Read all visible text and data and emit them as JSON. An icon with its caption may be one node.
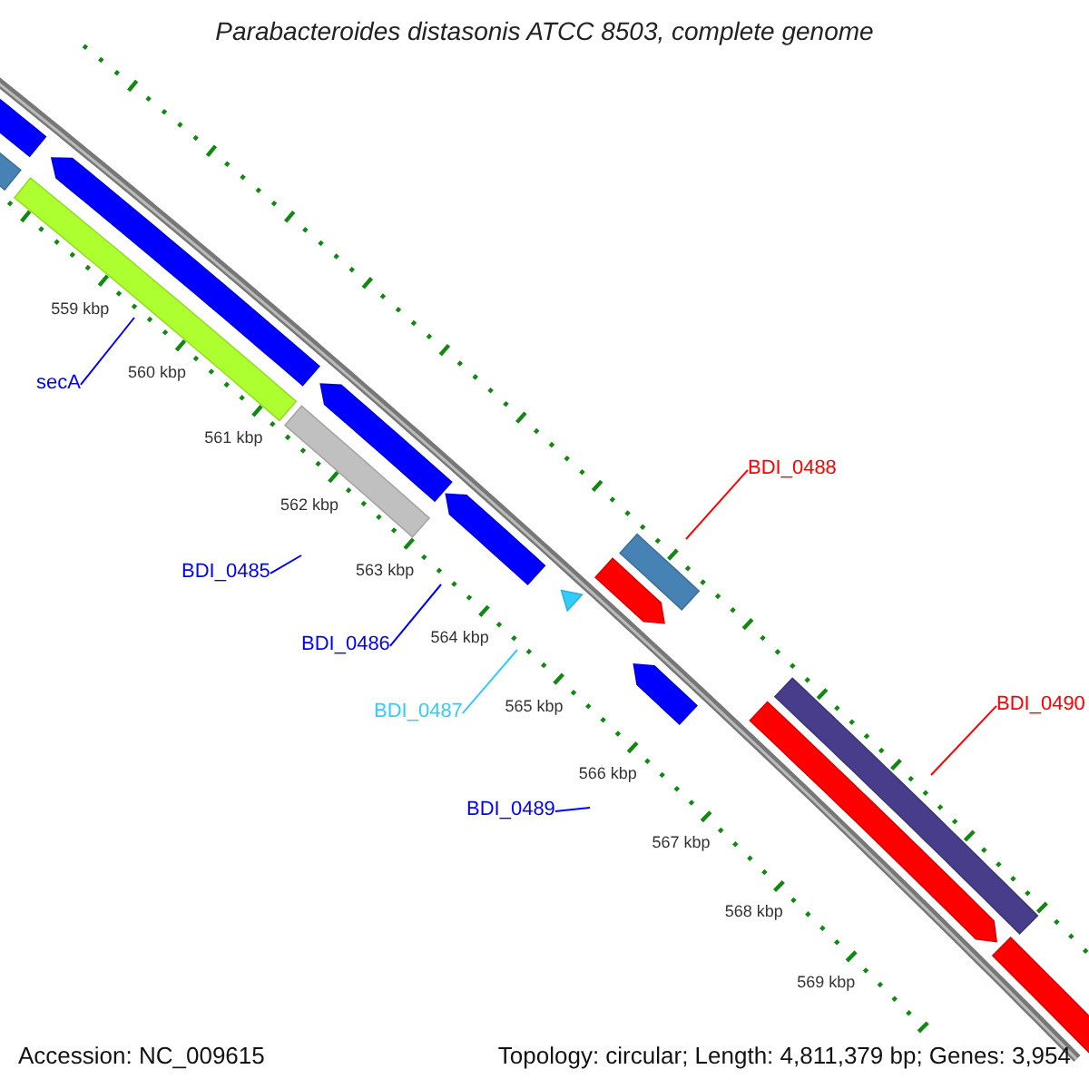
{
  "diagram": {
    "title": "Parabacteroides distasonis ATCC 8503, complete genome",
    "nodes": [
      {
        "text": [
          "secA"
        ]
      },
      {
        "text": [
          "BDI_0488"
        ]
      },
      {
        "text": [
          "BDI_0485"
        ]
      },
      {
        "text": [
          "BDI_0486"
        ]
      },
      {
        "text": [
          "BDI_0490"
        ]
      },
      {
        "text": [
          "BDI_0487"
        ]
      },
      {
        "text": [
          "BDI_0489"
        ]
      }
    ],
    "edges": [
      {
        "from": 0,
        "to": null,
        "arrow": "none"
      },
      {
        "from": 1,
        "to": null,
        "arrow": "none",
        "color": "#ff0000"
      },
      {
        "from": 2,
        "to": null,
        "arrow": "none"
      },
      {
        "from": 3,
        "to": null,
        "arrow": "none"
      },
      {
        "from": 4,
        "to": null,
        "arrow": "none",
        "color": "#ff0000"
      },
      {
        "from": 5,
        "to": null,
        "arrow": "none",
        "color": "#33ccff"
      },
      {
        "from": 6,
        "to": null,
        "arrow": "none"
      }
    ],
    "labels": [
      "559 kbp",
      "560 kbp",
      "561 kbp",
      "562 kbp",
      "563 kbp",
      "564 kbp",
      "565 kbp",
      "566 kbp",
      "567 kbp",
      "568 kbp",
      "569 kbp",
      "Accession: NC_009615",
      "Topology: circular; Length: 4,811,379 bp; Genes: 3,954"
    ]
  }
}
